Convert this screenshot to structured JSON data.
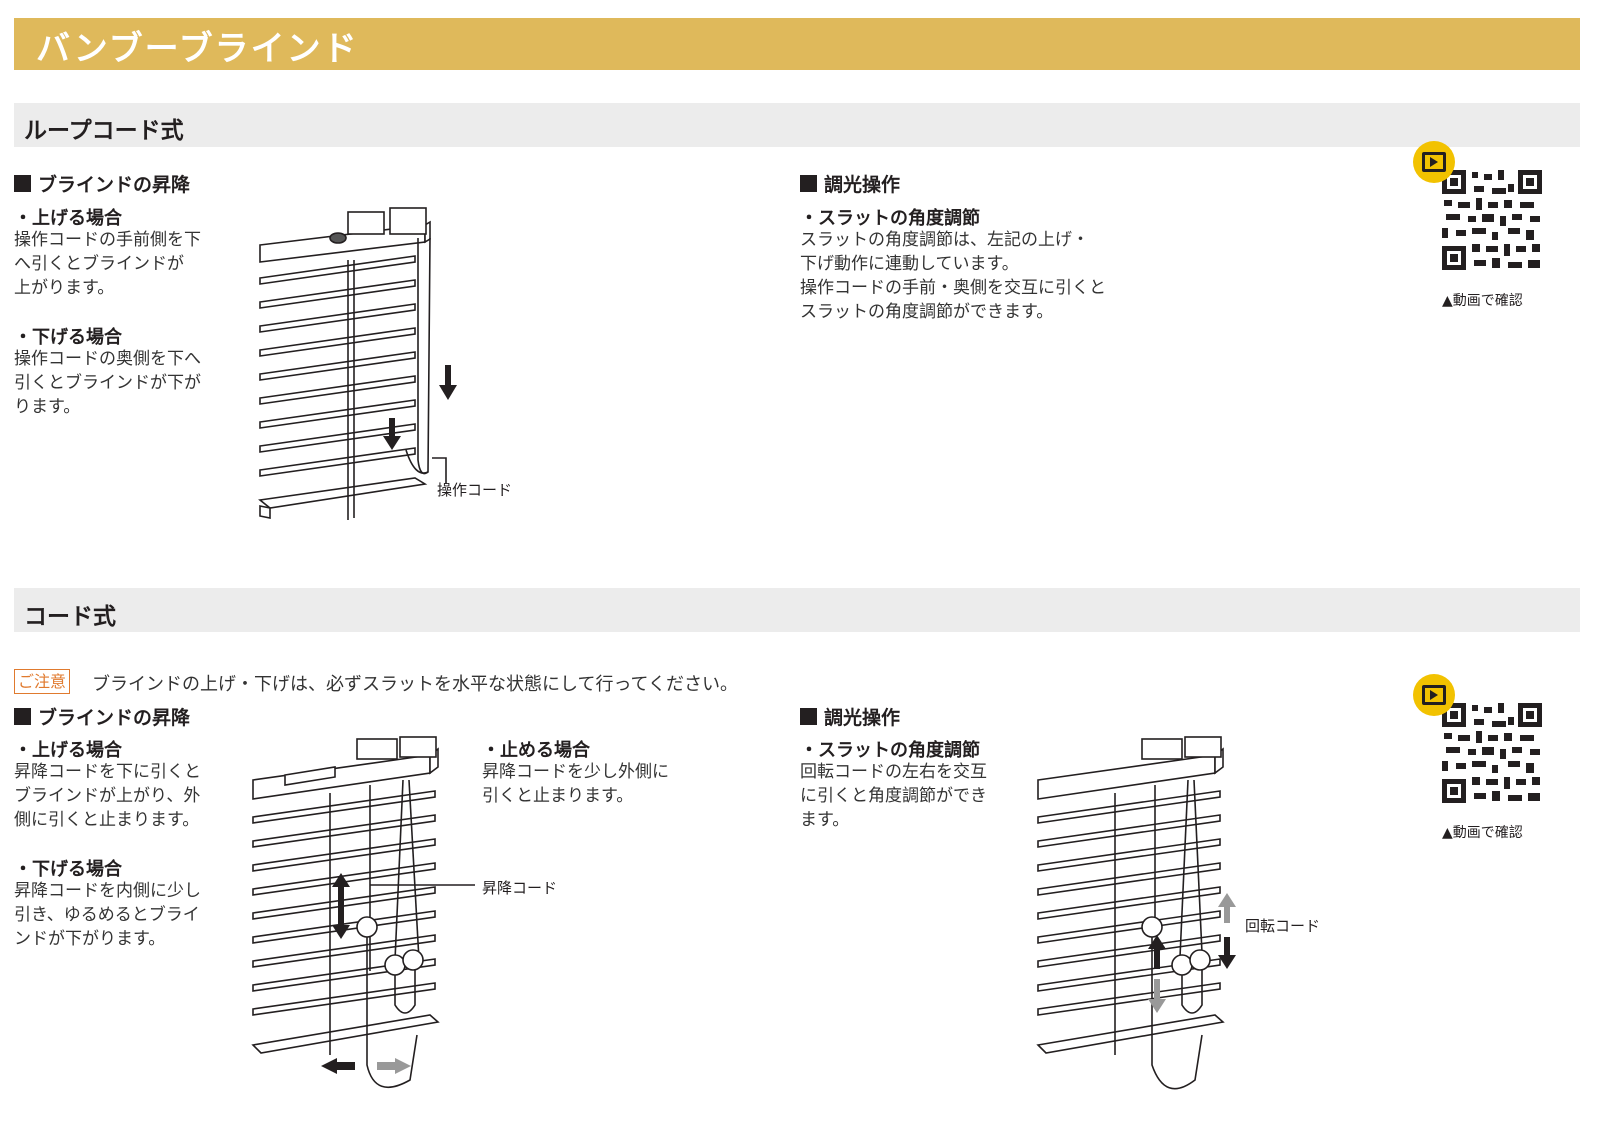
{
  "title": "バンブーブラインド",
  "sections": [
    {
      "heading": "ループコード式",
      "lift": {
        "heading": "ブラインドの昇降",
        "raise_title": "・上げる場合",
        "raise_text": "操作コードの手前側を下\nへ引くとブラインドが\n上がります。",
        "lower_title": "・下げる場合",
        "lower_text": "操作コードの奥側を下へ\n引くとブラインドが下が\nります。",
        "cord_callout": "操作コード"
      },
      "dimming": {
        "heading": "調光操作",
        "angle_title": "・スラットの角度調節",
        "angle_text": "スラットの角度調節は、左記の上げ・\n下げ動作に連動しています。\n操作コードの手前・奥側を交互に引くと\nスラットの角度調節ができます。"
      },
      "qr": {
        "caption": "▲動画で確認",
        "icon": "video-play-icon"
      }
    },
    {
      "heading": "コード式",
      "caution_badge": "ご注意",
      "caution_text": "ブラインドの上げ・下げは、必ずスラットを水平な状態にして行ってください。",
      "lift": {
        "heading": "ブラインドの昇降",
        "raise_title": "・上げる場合",
        "raise_text": "昇降コードを下に引くと\nブラインドが上がり、外\n側に引くと止まります。",
        "lower_title": "・下げる場合",
        "lower_text": "昇降コードを内側に少し\n引き、ゆるめるとブライ\nンドが下がります。",
        "stop_title": "・止める場合",
        "stop_text": "昇降コードを少し外側に\n引くと止まります。",
        "cord_callout": "昇降コード"
      },
      "dimming": {
        "heading": "調光操作",
        "angle_title": "・スラットの角度調節",
        "angle_text": "回転コードの左右を交互\nに引くと角度調節ができ\nます。",
        "cord_callout": "回転コード"
      },
      "qr": {
        "caption": "▲動画で確認",
        "icon": "video-play-icon"
      }
    }
  ],
  "colors": {
    "title_bar": "#dfb95b",
    "section_bar": "#ececec",
    "caution": "#e07a2e",
    "badge_yellow": "#f2c200"
  }
}
